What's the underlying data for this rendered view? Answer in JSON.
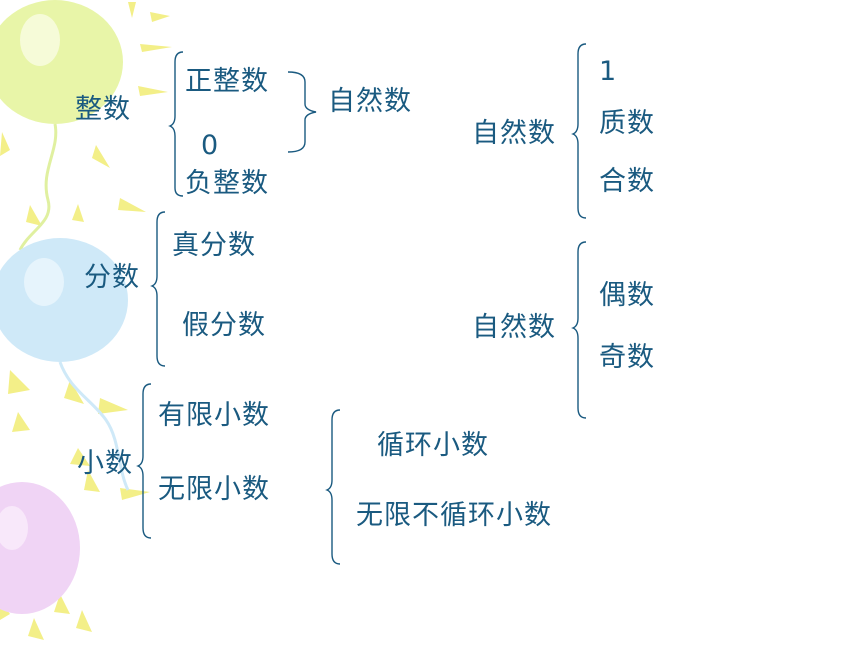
{
  "integer": {
    "label": "整数",
    "positive": "正整数",
    "zero": "0",
    "negative": "负整数",
    "natural": "自然数"
  },
  "fraction": {
    "label": "分数",
    "proper": "真分数",
    "improper": "假分数"
  },
  "decimal": {
    "label": "小数",
    "finite": "有限小数",
    "infinite": "无限小数",
    "repeating": "循环小数",
    "non_repeating": "无限不循环小数"
  },
  "natural_by_factors": {
    "label": "自然数",
    "one": "1",
    "prime": "质数",
    "composite": "合数"
  },
  "natural_by_parity": {
    "label": "自然数",
    "even": "偶数",
    "odd": "奇数"
  },
  "decor": {
    "balloon_colors": [
      "#e8f5a8",
      "#cfe9f8",
      "#f0d4f5"
    ],
    "ray_color": "#f3ef88"
  }
}
